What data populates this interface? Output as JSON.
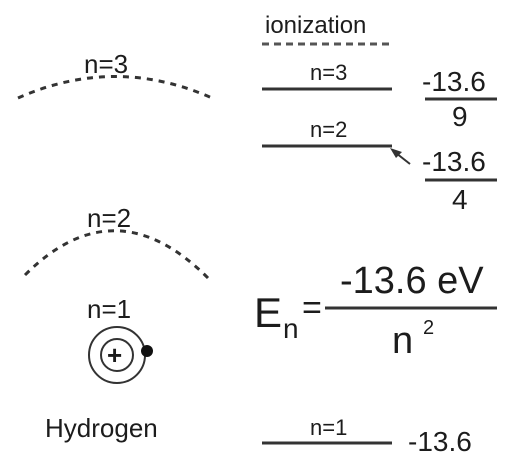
{
  "diagram": {
    "orbits": {
      "n3_label": "n=3",
      "n2_label": "n=2",
      "n1_label": "n=1",
      "atom_label": "Hydrogen",
      "nucleus_symbol": "+"
    },
    "levels": {
      "ionization_label": "ionization",
      "n3_label": "n=3",
      "n2_label": "n=2",
      "n1_label": "n=1",
      "n3_numerator": "-13.6",
      "n3_denominator": "9",
      "n2_numerator": "-13.6",
      "n2_denominator": "4",
      "n1_value": "-13.6"
    },
    "formula": {
      "E": "E",
      "subscript_n": "n",
      "equals": "=",
      "numerator": "-13.6 eV",
      "denominator_base": "n",
      "denominator_exp": "2"
    },
    "colors": {
      "text": "#1c1c1c",
      "line": "#333333"
    }
  }
}
